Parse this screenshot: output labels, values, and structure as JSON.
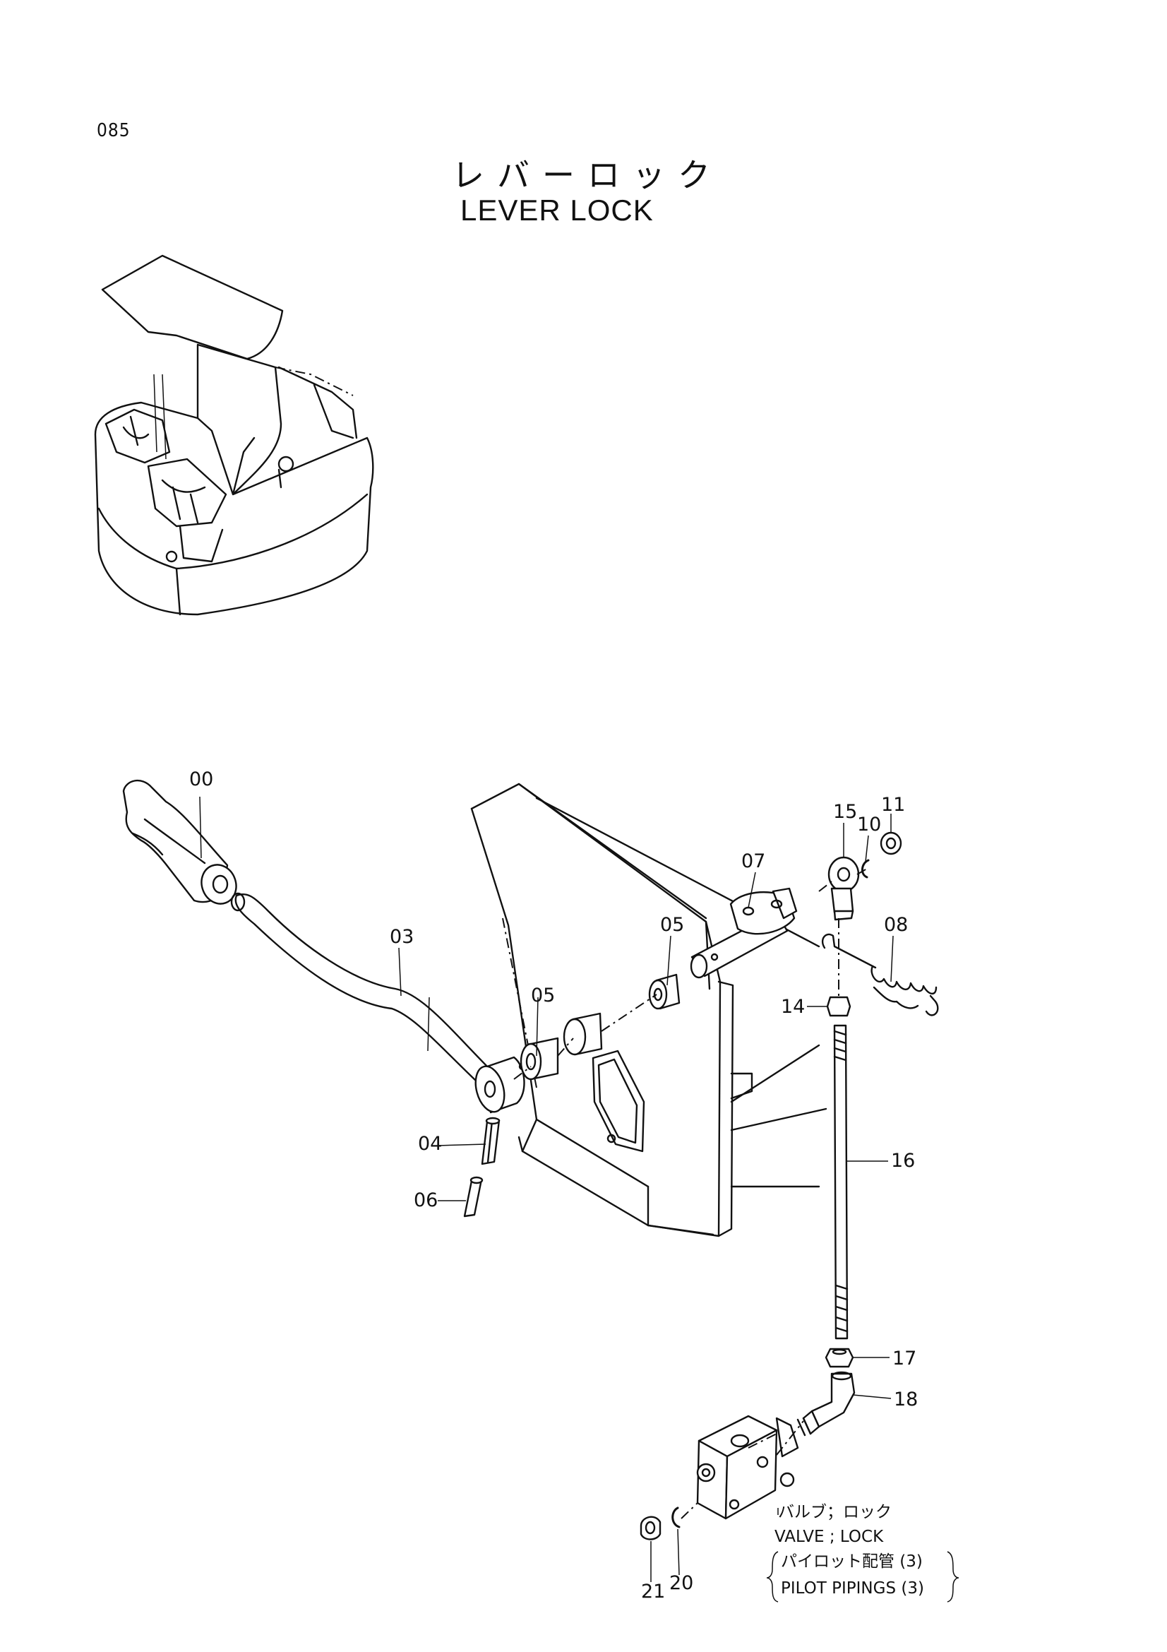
{
  "page": {
    "number": "085",
    "title_ja": "レバーロック",
    "title_en": "LEVER LOCK"
  },
  "parts": [
    {
      "id": "00"
    },
    {
      "id": "03"
    },
    {
      "id": "04"
    },
    {
      "id": "05"
    },
    {
      "id": "05"
    },
    {
      "id": "06"
    },
    {
      "id": "07"
    },
    {
      "id": "08"
    },
    {
      "id": "10"
    },
    {
      "id": "11"
    },
    {
      "id": "14"
    },
    {
      "id": "15"
    },
    {
      "id": "16"
    },
    {
      "id": "17"
    },
    {
      "id": "18"
    },
    {
      "id": "20"
    },
    {
      "id": "21"
    }
  ],
  "notes": {
    "valve_ja": "バルブ；ロック",
    "valve_en": "VALVE ; LOCK",
    "pilot_ja": "パイロット配管 (3)",
    "pilot_en": "PILOT PIPINGS (3)"
  }
}
